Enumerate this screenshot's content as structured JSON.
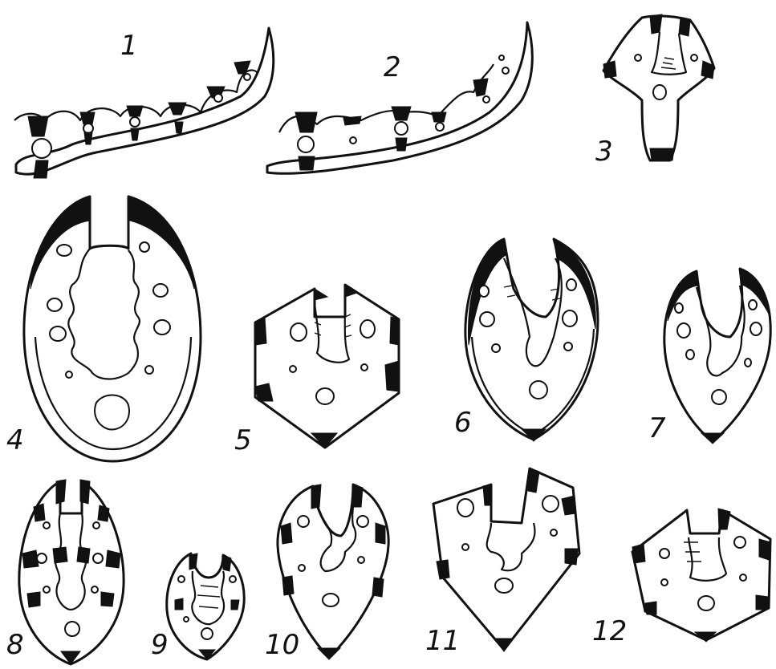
{
  "figure_labels": [
    "1",
    "2",
    "3",
    "4",
    "5",
    "6",
    "7",
    "8",
    "9",
    "10",
    "11",
    "12"
  ]
}
